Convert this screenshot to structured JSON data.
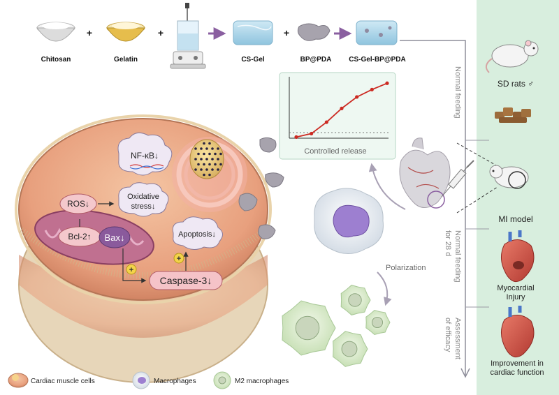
{
  "synthesis": {
    "chitosan": "Chitosan",
    "gelatin": "Gelatin",
    "cs_gel": "CS-Gel",
    "bp_pda": "BP@PDA",
    "cs_gel_bp_pda": "CS-Gel-BP@PDA",
    "plus": "+"
  },
  "release": {
    "label": "Controlled release",
    "chart_data": {
      "type": "line",
      "title": "",
      "xlabel": "",
      "ylabel": "",
      "x": [
        1,
        2,
        3,
        4,
        5,
        6,
        7
      ],
      "series": [
        {
          "values": [
            2,
            8,
            28,
            52,
            72,
            85,
            96
          ]
        }
      ],
      "ylim": [
        0,
        100
      ]
    }
  },
  "cell": {
    "nfkb": "NF-κB↓",
    "ros": "ROS↓",
    "oxidative_line1": "Oxidative",
    "oxidative_line2": "stress↓",
    "bcl2": "Bcl-2↑",
    "bax": "Bax↓",
    "apoptosis": "Apoptosis↓",
    "caspase": "Caspase-3↓",
    "plus": "+"
  },
  "process": {
    "polarization": "Polarization"
  },
  "timeline": {
    "normal_feeding": "Normal feeding",
    "normal_feeding_28_line1": "Normal feeding",
    "normal_feeding_28_line2": "for 28 d",
    "assessment_line1": "Assessment",
    "assessment_line2": "of efficacy"
  },
  "panel": {
    "sd_rats": "SD rats ♂",
    "mi_model": "MI model",
    "injury_line1": "Myocardial",
    "injury_line2": "Injury",
    "improvement_line1": "Improvement in",
    "improvement_line2": "cardiac function"
  },
  "legend": {
    "cardiac": "Cardiac muscle cells",
    "macrophages": "Macrophages",
    "m2": "M2 macrophages"
  },
  "colors": {
    "panel_bg": "#d8eede",
    "arrow_purple": "#8a5fa0",
    "release_red": "#cc2a22",
    "cell_body": "#e8a07e",
    "mito": "#b45a8a",
    "bax_purple": "#8a5a9c",
    "caspase_pink": "#f5c3c8",
    "macrophage_nucleus": "#9d7fd0",
    "m2_green": "#d6ebc6"
  }
}
